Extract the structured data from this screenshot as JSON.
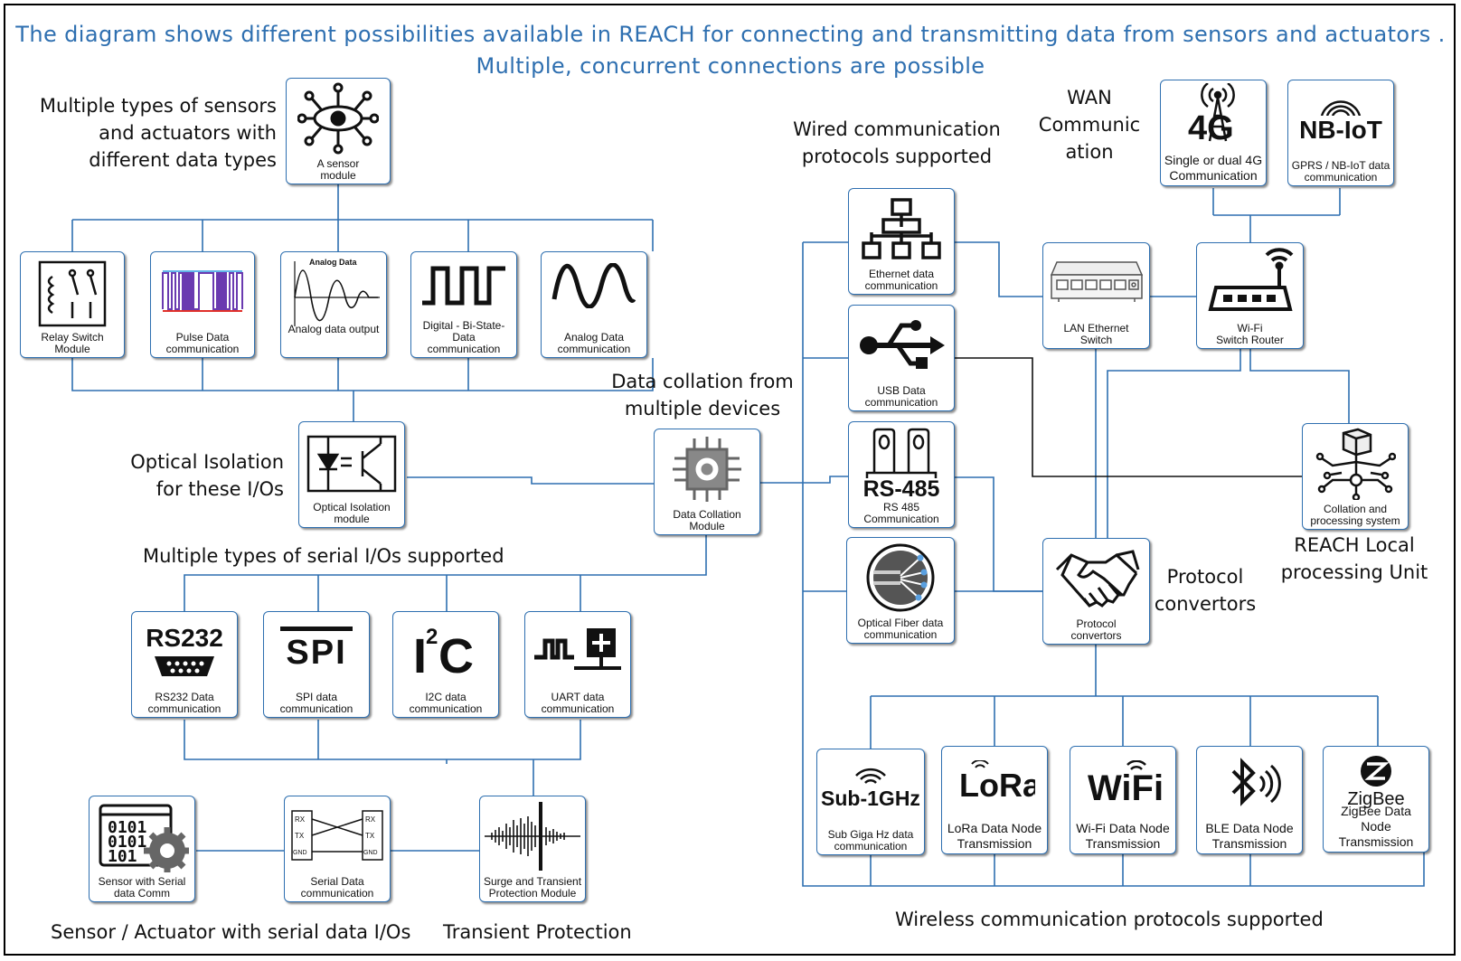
{
  "title": {
    "line1": "The diagram shows different possibilities available in REACH for connecting and transmitting data from sensors and actuators .",
    "line2": "Multiple, concurrent connections are possible"
  },
  "labels": {
    "sensors": [
      "Multiple types of sensors",
      "and actuators with",
      "different data types"
    ],
    "optical_iso": [
      "Optical Isolation",
      "for these I/Os"
    ],
    "serial_io": "Multiple types of serial I/Os supported",
    "sensor_serial": "Sensor / Actuator with serial data I/Os",
    "transient": "Transient Protection",
    "data_collation": [
      "Data collation from",
      "multiple devices"
    ],
    "wired": [
      "Wired communication",
      "protocols supported"
    ],
    "wan": [
      "WAN",
      "Communic",
      "ation"
    ],
    "protocol": [
      "Protocol",
      "convertors"
    ],
    "reach_local": [
      "REACH Local",
      "processing Unit"
    ],
    "wireless": "Wireless communication protocols supported"
  },
  "boxes": {
    "sensor_module": "A sensor\nmodule",
    "relay": "Relay Switch\nModule",
    "pulse": "Pulse Data\ncommunication",
    "analog_out": "Analog data output",
    "analog_out_title": "Analog Data",
    "digital": "Digital - Bi-State-\nData\ncommunication",
    "analog_comm": "Analog Data\ncommunication",
    "optical_iso": "Optical Isolation\nmodule",
    "collation": "Data Collation\nModule",
    "rs232": "RS232 Data\ncommunication",
    "rs232_logo": "RS232",
    "spi": "SPI data\ncommunication",
    "spi_logo": "SPI",
    "i2c": "I2C data\ncommunication",
    "uart": "UART data\ncommunication",
    "sensor_serial": "Sensor with Serial\ndata Comm",
    "serial_data": "Serial Data\ncommunication",
    "surge": "Surge and Transient\nProtection Module",
    "ethernet": "Ethernet data\ncommunication",
    "usb": "USB Data\ncommunication",
    "rs485": "RS 485\nCommunication",
    "rs485_logo": "RS-485",
    "fiber": "Optical Fiber data\ncommunication",
    "lan": "LAN Ethernet\nSwitch",
    "wifi_router": "Wi-Fi\nSwitch Router",
    "g4": "Single or dual 4G\nCommunication",
    "g4_logo": "4G",
    "nbiot": "GPRS / NB-IoT data\ncommunication",
    "nbiot_logo": "NB-IoT",
    "collation_sys": "Collation and\nprocessing system",
    "protocol_conv": "Protocol\nconvertors",
    "sub1": "Sub Giga Hz data\ncommunication",
    "sub1_logo": "Sub-1GHz",
    "lora": "LoRa Data Node\nTransmission",
    "lora_logo": "LoRa",
    "wifi": "Wi-Fi Data Node\nTransmission",
    "wifi_logo": "WiFi",
    "ble": "BLE Data Node\nTransmission",
    "zigbee": "ZigBee Data Node\nTransmission",
    "zigbee_logo": "ZigBee"
  },
  "colors": {
    "title": "#2e6fb0",
    "line": "#2e6fb0",
    "border": "#2e6fb0"
  }
}
